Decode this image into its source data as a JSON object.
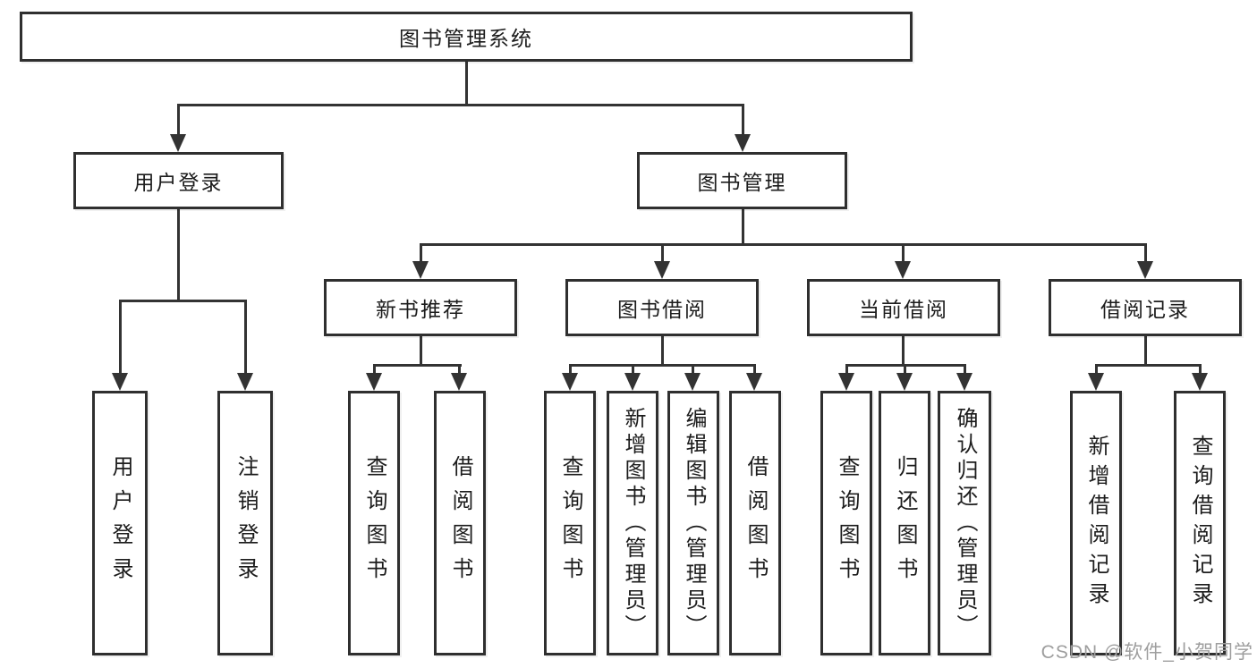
{
  "diagram": {
    "title": "图书管理系统",
    "user_branch": {
      "label": "用户登录",
      "children": [
        "用户登录",
        "注销登录"
      ]
    },
    "book_branch": {
      "label": "图书管理",
      "groups": [
        {
          "label": "新书推荐",
          "children": [
            "查询图书",
            "借阅图书"
          ]
        },
        {
          "label": "图书借阅",
          "children": [
            "查询图书",
            "新增图书（管理员）",
            "编辑图书（管理员）",
            "借阅图书"
          ]
        },
        {
          "label": "当前借阅",
          "children": [
            "查询图书",
            "归还图书",
            "确认归还（管理员）"
          ]
        },
        {
          "label": "借阅记录",
          "children": [
            "新增借阅记录",
            "查询借阅记录"
          ]
        }
      ]
    }
  },
  "watermark": "CSDN @软件_小贺同学",
  "colors": {
    "line": "#333333",
    "text": "#1c1c1c",
    "watermark": "#9e9e9e",
    "background": "#ffffff"
  }
}
